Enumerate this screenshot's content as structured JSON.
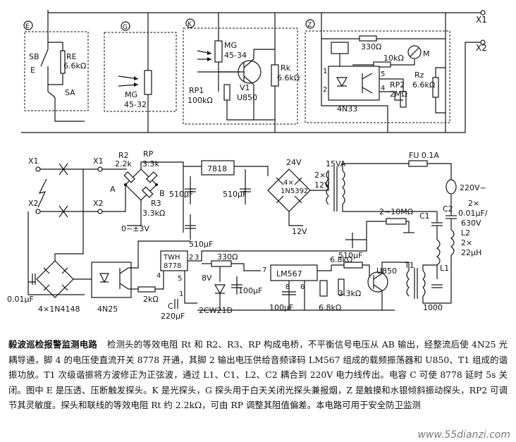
{
  "terminals": {
    "x1": "X1",
    "x2": "X2"
  },
  "probes": {
    "e": {
      "tag": "E",
      "sb": "SB",
      "e": "E",
      "re": "RE",
      "re_val": "6.6kΩ",
      "sa": "SA"
    },
    "g": {
      "tag": "G",
      "mg": "MG",
      "mg_val": "45-32"
    },
    "k": {
      "tag": "K",
      "mg": "MG",
      "mg_val": "45-34",
      "rp1": "RP1",
      "rp1_val": "100kΩ",
      "v1": "V1",
      "v1_type": "U850",
      "rk": "Rk",
      "rk_val": "6.6kΩ"
    },
    "z": {
      "tag": "Z",
      "r330": "330Ω",
      "r10k": "10kΩ",
      "m": "M",
      "p1": "1",
      "p2": "2",
      "p4": "4",
      "p5": "5",
      "opto": "4N33",
      "rp2": "RP2",
      "rp2_val": "2MΩ",
      "rz": "Rz",
      "rz_val": "6.6kΩ"
    }
  },
  "main": {
    "x1a": "X1",
    "x2a": "X2",
    "x1b": "X1",
    "x2b": "X2",
    "r2": "R2",
    "r2_val": "2.2k",
    "rp": "RP",
    "rp_val": "3.3k",
    "a": "A",
    "b": "B",
    "r3": "R3",
    "r3_val": "3.3kΩ",
    "bias": "0~±3V",
    "c510a": "510μF",
    "reg": "7818",
    "c510b": "510μF",
    "c510c": "510μF",
    "c510d": "510μF",
    "v24": "24V",
    "bridge2": "4×",
    "bridge2_type": "1N5392",
    "v12": "12V",
    "xfmr": "15VA",
    "sec": "2×",
    "sec_v": "12V",
    "fuse": "FU 0.1A",
    "mains": "220V~",
    "c12_cnt": "2×",
    "c12_val": "0.01μF/",
    "c12_v": "630V",
    "c1": "C1",
    "c2": "C2",
    "l2": "L2",
    "l_cnt": "2×",
    "l_val": "22μH",
    "l1": "L1",
    "r10m": "2~10MΩ",
    "timer": "TWH",
    "timer_type": "8778",
    "p2": "2",
    "p3": "3",
    "p4": "4",
    "p5": "5",
    "p1": "1",
    "r330": "330Ω",
    "v8": "8V",
    "c100a": "100μF",
    "zener": "2CW21D",
    "pll": "LM567",
    "p7": "7",
    "p8": "8",
    "p6": "6",
    "r68a": "6.8kΩ",
    "r33": "3.3kΩ",
    "r68b": "6.8kΩ",
    "c100b": "100μF",
    "q": "U850",
    "t1": "T1",
    "c1000": "1000",
    "r2k": "2kΩ",
    "cap_c": "C",
    "cap_c_val": "220μF",
    "c001": "0.01μF",
    "bridge1": "4×1N4148",
    "opto": "4N25"
  },
  "caption": {
    "title": "毅波巡检报警监测电路",
    "body": "检测头的等效电阻 Rt 和 R2、R3、RP 构成电桥，不平衡信号电压从 AB 输出，经整流后使 4N25 光耦导通，脚 4 的电压使直流开关 8778 开通，其脚 2 输出电压供给音频译码 LM567 组成的载频振荡器和 U850、T1 组成的谐振功放。T1 次级谐振将方波修正为正弦波，通过 L1、C1、L2、C2 耦合到 220V 电力线传出。电容 C 可使 8778 延时 5s 关闭。图中 E 是压透、压断触发探头。K 是光探头，G 探头用于白天关闭光探头兼报烟，Z 是触摸和水银倾斜振动探头，RP2 可调节其灵敏度。探头和联线的等效电阻 Rt 约 2.2kΩ，可由 RP 调整其阻值偏差。本电路可用于安全防卫监测"
  },
  "watermark": "www.55dianzi.com"
}
